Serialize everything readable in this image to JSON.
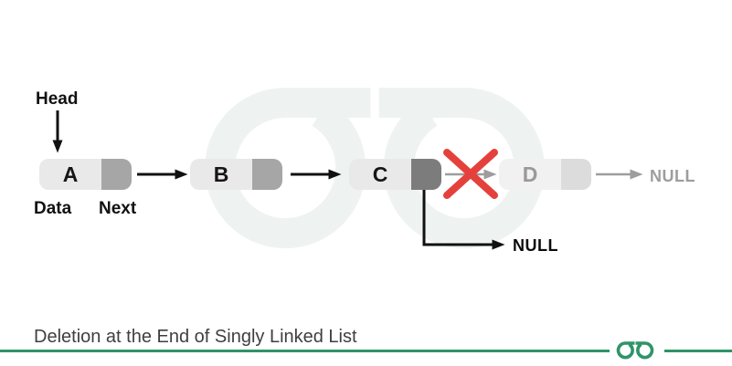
{
  "theme": {
    "accent-green": "#2f9469",
    "cross-red": "#e5413c",
    "node-body": "#e9e9e9",
    "node-next": "#a6a6a6",
    "node-next-last": "#7c7c7c",
    "node-body-deleted": "#f1f1f1",
    "node-next-deleted": "#dcdcdc",
    "arrow-black": "#111111",
    "arrow-gray": "#9d9d9d",
    "caption-color": "#3f3f3f",
    "watermark-color": "#eef3f1"
  },
  "labels": {
    "head": "Head",
    "data": "Data",
    "next": "Next",
    "null_new_tail": "NULL",
    "null_after_deleted": "NULL"
  },
  "nodes": [
    {
      "letter": "A",
      "state": "normal"
    },
    {
      "letter": "B",
      "state": "normal"
    },
    {
      "letter": "C",
      "state": "new-last-node"
    },
    {
      "letter": "D",
      "state": "deleted"
    }
  ],
  "caption": "Deletion at the End of Singly Linked List",
  "icons": {
    "watermark": "geeksforgeeks-logo-watermark",
    "footer_logo": "geeksforgeeks-logo",
    "cross": "red-cross-deleted-link"
  }
}
